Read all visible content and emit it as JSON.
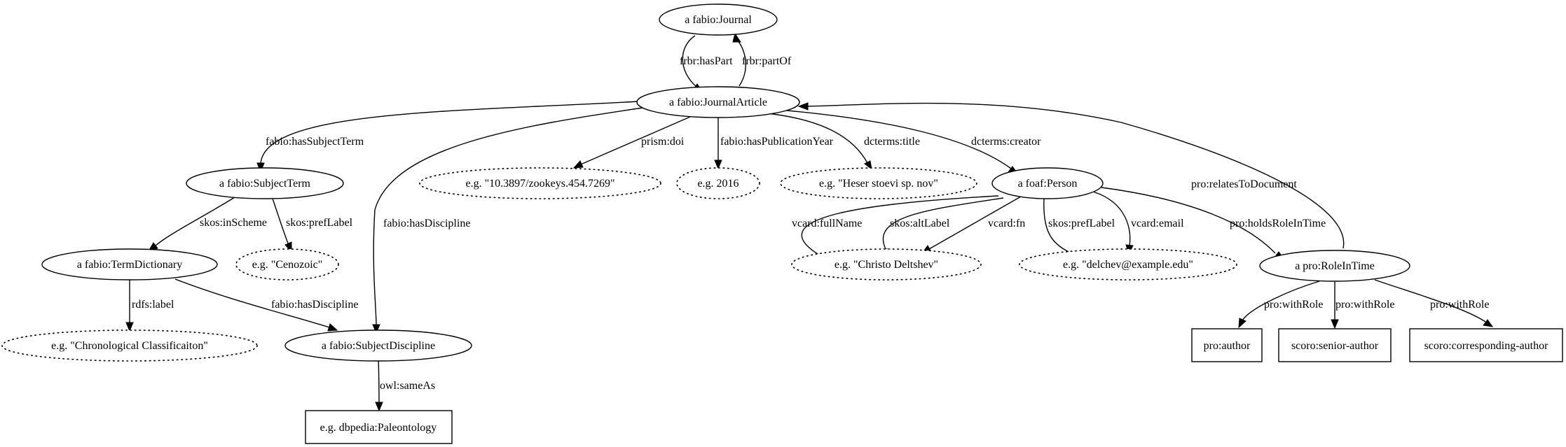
{
  "nodes": {
    "journal": "a fabio:Journal",
    "article": "a fabio:JournalArticle",
    "subject_term": "a fabio:SubjectTerm",
    "doi_example": "e.g. \"10.3897/zookeys.454.7269\"",
    "year_example": "e.g. 2016",
    "title_example": "e.g. \"Heser stoevi sp. nov\"",
    "person": "a foaf:Person",
    "term_dictionary": "a fabio:TermDictionary",
    "cenozoic_example": "e.g. \"Cenozoic\"",
    "name_example": "e.g. \"Christo Deltshev\"",
    "email_example": "e.g. \"delchev@example.edu\"",
    "role_in_time": "a pro:RoleInTime",
    "chronological_example": "e.g. \"Chronological Classificaiton\"",
    "subject_discipline": "a fabio:SubjectDiscipline",
    "pro_author": "pro:author",
    "senior_author": "scoro:senior-author",
    "corresponding_author": "scoro:corresponding-author",
    "dbpedia_example": "e.g. dbpedia:Paleontology"
  },
  "edges": {
    "has_part": "frbr:hasPart",
    "part_of": "frbr:partOf",
    "has_subject_term": "fabio:hasSubjectTerm",
    "has_discipline_article": "fabio:hasDiscipline",
    "doi": "prism:doi",
    "publication_year": "fabio:hasPublicationYear",
    "title": "dcterms:title",
    "creator": "dcterms:creator",
    "relates_to_document": "pro:relatesToDocument",
    "in_scheme": "skos:inScheme",
    "pref_label_term": "skos:prefLabel",
    "full_name": "vcard:fullName",
    "alt_label": "skos:altLabel",
    "fn": "vcard:fn",
    "pref_label_person": "skos:prefLabel",
    "email": "vcard:email",
    "holds_role_in_time": "pro:holdsRoleInTime",
    "rdfs_label": "rdfs:label",
    "has_discipline_dictionary": "fabio:hasDiscipline",
    "with_role_1": "pro:withRole",
    "with_role_2": "pro:withRole",
    "with_role_3": "pro:withRole",
    "same_as": "owl:sameAs"
  }
}
